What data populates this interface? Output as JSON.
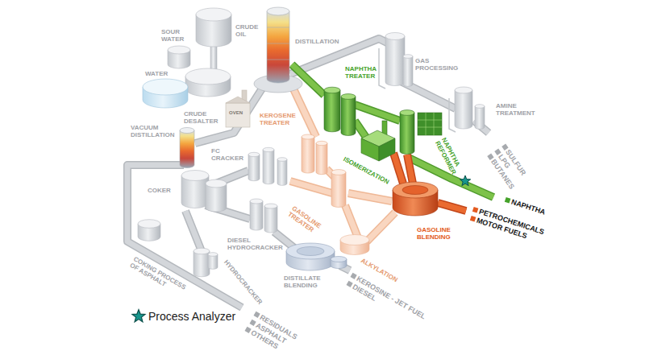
{
  "diagram": {
    "labels": [
      "SOUR WATER",
      "CRUDE OIL",
      "DISTILLATION",
      "WATER",
      "CRUDE DESALTER",
      "OVEN",
      "GAS PROCESSING",
      "NAPHTHA TREATER",
      "KEROSENE TREATER",
      "AMINE TREATMENT",
      "VACUUM DISTILLATION",
      "FC CRACKER",
      "ISOMERIZATION",
      "NAPHTHA REFORMER",
      "SULFUR",
      "LPG",
      "BUTANES",
      "NAPHTHA",
      "COKER",
      "GASOLINE TREATER",
      "DIESEL HYDROCRACKER",
      "GASOLINE BLENDING",
      "PETROCHEMICALS",
      "MOTOR FUELS",
      "ALKYLATION",
      "COKING PROCESS OF ASPHALT",
      "HYDROCRACKER",
      "DISTILLATE BLENDING",
      "KEROSINE - JET FUEL",
      "DIESEL",
      "RESIDUALS",
      "ASPHALT",
      "OTHERS"
    ],
    "legend": [
      {
        "text": "Process Analyzer"
      }
    ]
  }
}
